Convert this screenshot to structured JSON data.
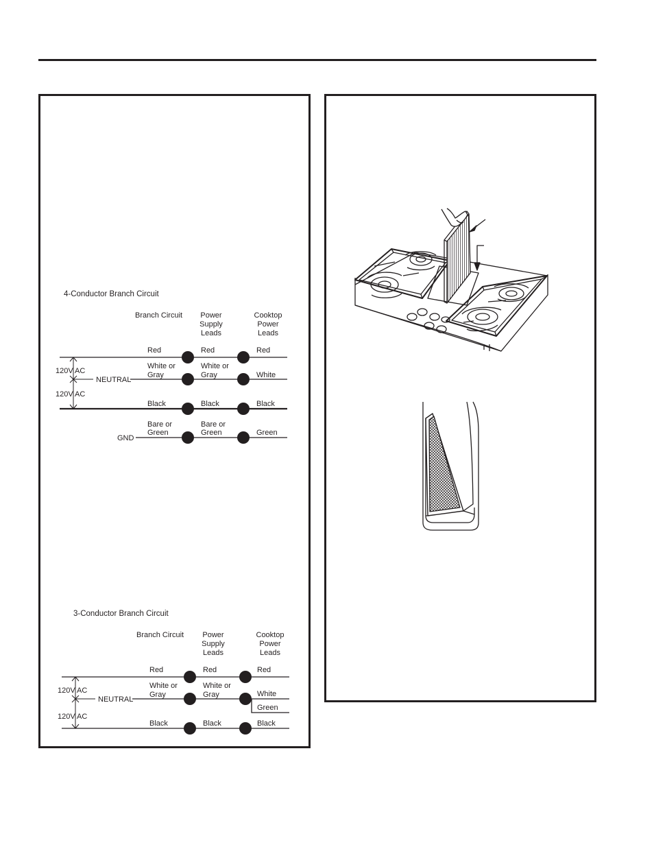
{
  "four_conductor": {
    "title": "4-Conductor Branch Circuit",
    "col_branch": "Branch Circuit",
    "col_power": [
      "Power",
      "Supply",
      "Leads"
    ],
    "col_cooktop": [
      "Cooktop",
      "Power",
      "Leads"
    ],
    "voltage_top": [
      "120V",
      "AC"
    ],
    "voltage_bottom": [
      "120V",
      "AC"
    ],
    "neutral_label": "NEUTRAL",
    "gnd_label": "GND",
    "rows": [
      {
        "branch": [
          "Red"
        ],
        "power": [
          "Red"
        ],
        "cooktop": [
          "Red"
        ]
      },
      {
        "branch": [
          "White or",
          "Gray"
        ],
        "power": [
          "White or",
          "Gray"
        ],
        "cooktop": [
          "White"
        ]
      },
      {
        "branch": [
          "Black"
        ],
        "power": [
          "Black"
        ],
        "cooktop": [
          "Black"
        ]
      },
      {
        "branch": [
          "Bare or",
          "Green"
        ],
        "power": [
          "Bare or",
          "Green"
        ],
        "cooktop": [
          "Green"
        ]
      }
    ]
  },
  "three_conductor": {
    "title": "3-Conductor Branch Circuit",
    "col_branch": "Branch Circuit",
    "col_power": [
      "Power",
      "Supply",
      "Leads"
    ],
    "col_cooktop": [
      "Cooktop",
      "Power",
      "Leads"
    ],
    "voltage_top": [
      "120V",
      "AC"
    ],
    "voltage_bottom": [
      "120V",
      "AC"
    ],
    "neutral_label": "NEUTRAL",
    "rows": [
      {
        "branch": [
          "Red"
        ],
        "power": [
          "Red"
        ],
        "cooktop": [
          "Red"
        ]
      },
      {
        "branch": [
          "White or",
          "Gray"
        ],
        "power": [
          "White or",
          "Gray"
        ],
        "cooktop": [
          "White",
          "Green"
        ]
      },
      {
        "branch": [
          "Black"
        ],
        "power": [
          "Black"
        ],
        "cooktop": [
          "Black"
        ]
      }
    ]
  }
}
